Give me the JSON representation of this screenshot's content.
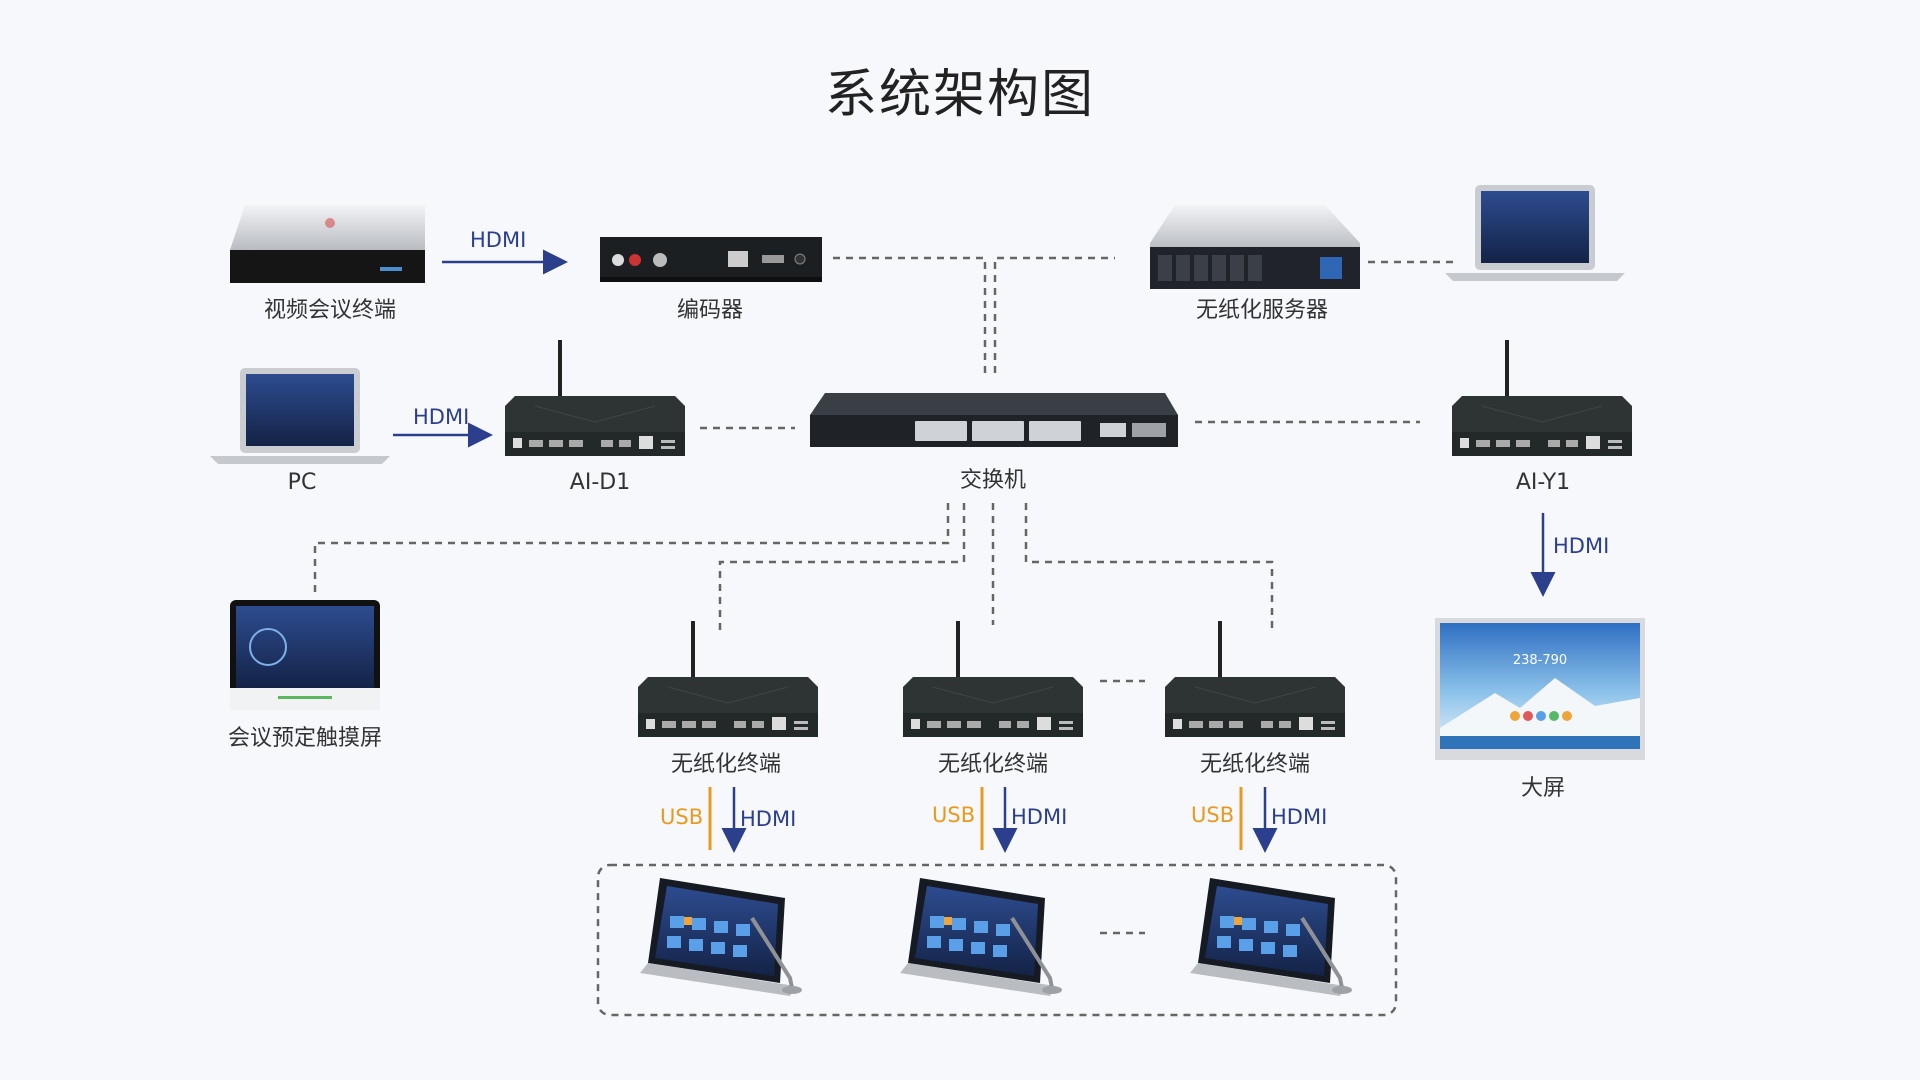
{
  "title": "系统架构图",
  "nodes": {
    "video_terminal": "视频会议终端",
    "encoder": "编码器",
    "paperless_server": "无纸化服务器",
    "pc": "PC",
    "ai_d1": "AI-D1",
    "switch": "交换机",
    "ai_y1": "AI-Y1",
    "booking_screen": "会议预定触摸屏",
    "terminal_1": "无纸化终端",
    "terminal_2": "无纸化终端",
    "terminal_3": "无纸化终端",
    "big_screen": "大屏"
  },
  "screen_text": "238-790",
  "links": {
    "hdmi_1": "HDMI",
    "hdmi_2": "HDMI",
    "hdmi_3": "HDMI",
    "usb_t1": "USB",
    "hdmi_t1": "HDMI",
    "usb_t2": "USB",
    "hdmi_t2": "HDMI",
    "usb_t3": "USB",
    "hdmi_t3": "HDMI"
  },
  "colors": {
    "hdmi_arrow": "#2b3f8c",
    "usb_line": "#e89a1e",
    "network_line": "#666666",
    "device_dark": "#2e3434"
  }
}
